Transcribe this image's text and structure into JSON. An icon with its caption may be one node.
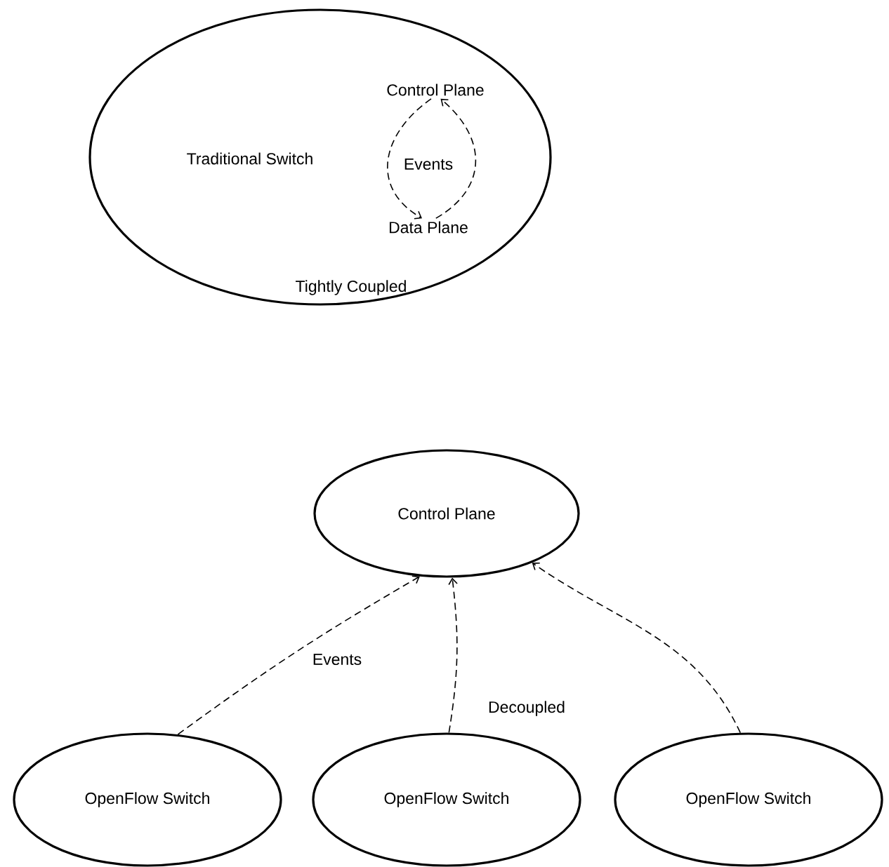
{
  "diagram": {
    "nodes": [
      {
        "text": [
          "Traditional Switch",
          "Tightly Coupled"
        ]
      },
      {
        "text": [
          "Control Plane"
        ],
        "in": 0
      },
      {
        "text": [
          "Data Plane"
        ],
        "in": 0
      },
      {
        "text": [
          "Control Plane"
        ]
      },
      {
        "text": [
          "OpenFlow Switch"
        ]
      },
      {
        "text": [
          "OpenFlow Switch"
        ]
      },
      {
        "text": [
          "OpenFlow Switch"
        ]
      }
    ],
    "edges": [
      {
        "from": 1,
        "to": 2,
        "arrow": "to",
        "style": "dashed"
      },
      {
        "from": 2,
        "to": 1,
        "arrow": "to",
        "style": "dashed",
        "label": "Events"
      },
      {
        "from": 4,
        "to": 3,
        "arrow": "to",
        "style": "dashed",
        "label": "Events"
      },
      {
        "from": 5,
        "to": 3,
        "arrow": "to",
        "style": "dashed",
        "label": "Decoupled"
      },
      {
        "from": 6,
        "to": 3,
        "arrow": "to",
        "style": "dashed"
      }
    ]
  }
}
